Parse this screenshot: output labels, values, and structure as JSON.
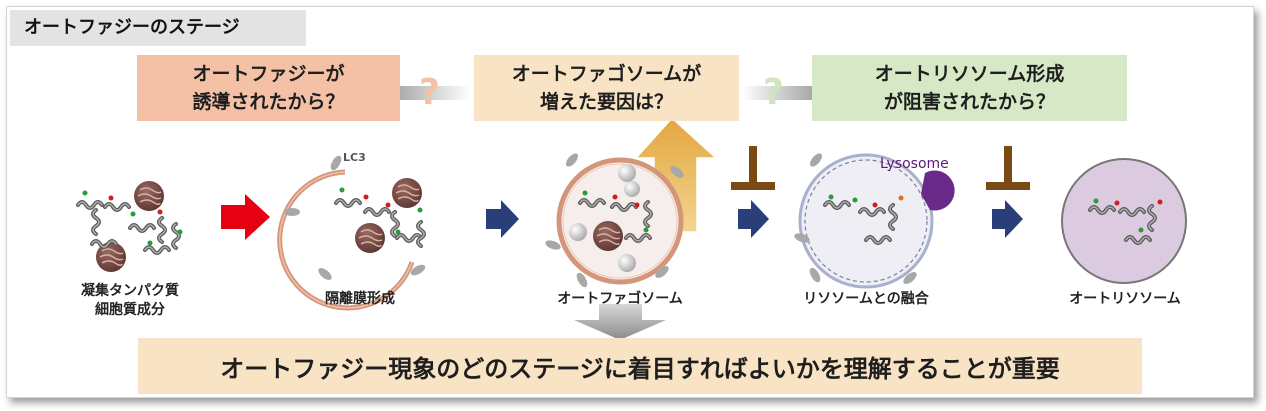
{
  "title": "オートファジーのステージ",
  "questions": {
    "induced": "オートファジーが\n誘導されたから？",
    "increase": "オートファゴソームが\n増えた要因は？",
    "inhibited": "オートリソソーム形成\nが阻害されたから？"
  },
  "question_mark": "?",
  "stages": {
    "aggregate": "凝集タンパク質\n細胞質成分",
    "isolation": "隔離膜形成",
    "autophagosome": "オートファゴソーム",
    "fusion": "リソソームとの融合",
    "autolysosome": "オートリソソーム"
  },
  "lc3": "LC3",
  "lysosome": "Lysosome",
  "conclusion": "オートファジー現象のどのステージに着目すればよいかを理解することが重要",
  "colors": {
    "red_arrow": "#e60012",
    "navy_arrow": "#2a3f7a",
    "orange_arrow": "#e2a73e",
    "inhibit_bar": "#7a4a14",
    "lysosome": "#6a2a8a",
    "membrane": "#d4967a"
  }
}
